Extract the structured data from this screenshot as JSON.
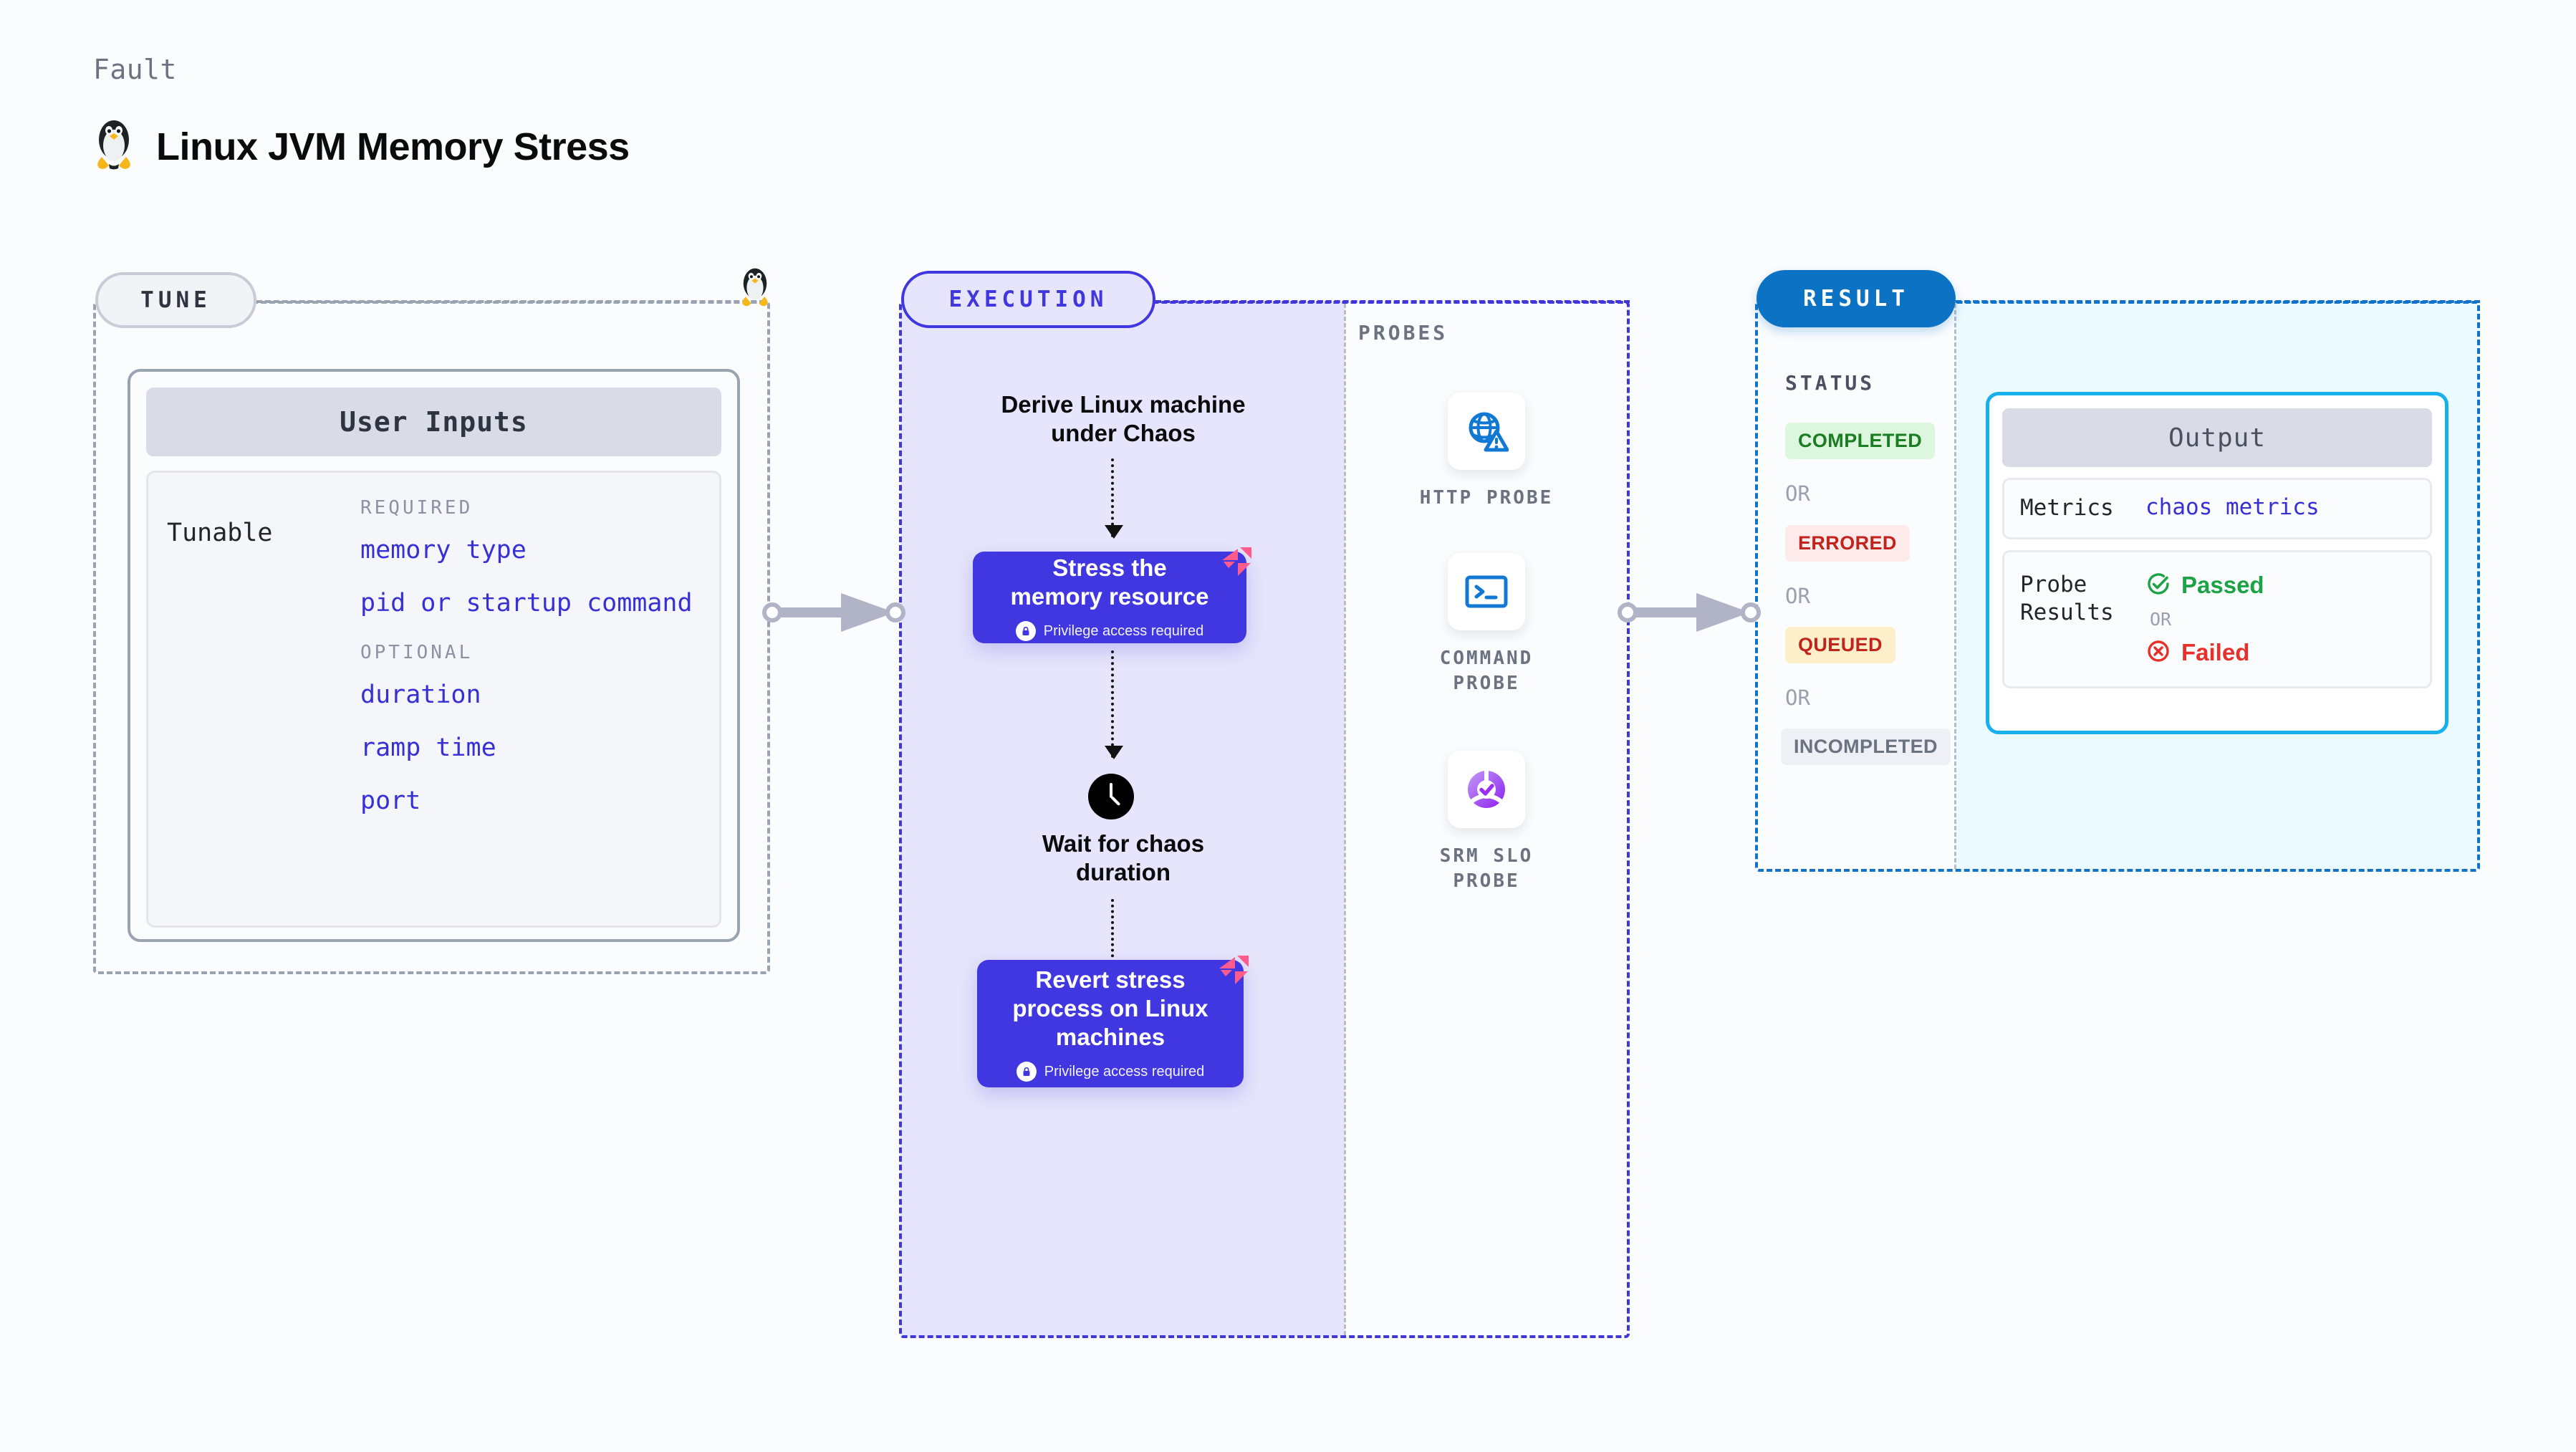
{
  "header": {
    "eyebrow": "Fault",
    "title": "Linux JVM Memory Stress",
    "icon": "linux-penguin-icon"
  },
  "tune": {
    "pill_label": "TUNE",
    "card_title": "User Inputs",
    "row_label": "Tunable",
    "groups": [
      {
        "title": "REQUIRED",
        "items": [
          "memory type",
          "pid or startup command"
        ]
      },
      {
        "title": "OPTIONAL",
        "items": [
          "duration",
          "ramp time",
          "port"
        ]
      }
    ]
  },
  "execution": {
    "pill_label": "EXECUTION",
    "steps": [
      {
        "type": "text",
        "label": "Derive Linux machine\nunder Chaos"
      },
      {
        "type": "action",
        "label": "Stress the\nmemory resource",
        "note": "Privilege access required"
      },
      {
        "type": "wait",
        "label": "Wait for chaos\nduration"
      },
      {
        "type": "action",
        "label": "Revert stress\nprocess on Linux\nmachines",
        "note": "Privilege access required"
      }
    ]
  },
  "probes": {
    "title": "PROBES",
    "items": [
      {
        "label": "HTTP PROBE",
        "icon": "globe-warning-icon"
      },
      {
        "label": "COMMAND PROBE",
        "icon": "terminal-icon"
      },
      {
        "label": "SRM SLO PROBE",
        "icon": "slo-check-icon"
      }
    ]
  },
  "result": {
    "pill_label": "RESULT",
    "status_title": "STATUS",
    "or_label": "OR",
    "statuses": [
      {
        "label": "COMPLETED",
        "bg": "#ddf6de",
        "fg": "#1b7d22"
      },
      {
        "label": "ERRORED",
        "bg": "#fdeaea",
        "fg": "#c2241d"
      },
      {
        "label": "QUEUED",
        "bg": "#fdefc9",
        "fg": "#c2241d"
      },
      {
        "label": "INCOMPLETED",
        "bg": "#eef0f6",
        "fg": "#6b7280"
      }
    ],
    "output": {
      "title": "Output",
      "metrics_key": "Metrics",
      "metrics_value": "chaos metrics",
      "probe_key": "Probe\nResults",
      "passed_label": "Passed",
      "failed_label": "Failed",
      "or_label": "OR"
    }
  },
  "colors": {
    "tune_border": "#9aa3b2",
    "execution_accent": "#4037e0",
    "result_accent": "#1072c9",
    "output_accent": "#17b0ec",
    "harness_pink": "#ff5c8d"
  }
}
